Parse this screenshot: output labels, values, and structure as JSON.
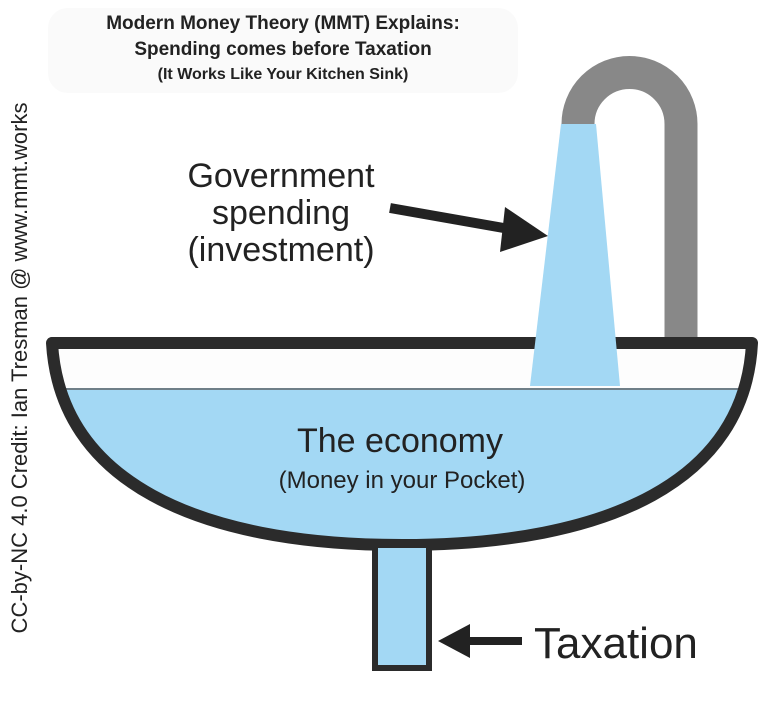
{
  "title": {
    "line1": "Modern Money Theory (MMT) Explains:",
    "line2": "Spending comes before Taxation",
    "line3": "(It Works Like Your Kitchen Sink)"
  },
  "labels": {
    "spending_line1": "Government",
    "spending_line2": "spending",
    "spending_line3": "(investment)",
    "economy": "The economy",
    "economy_sub": "(Money in your Pocket)",
    "taxation": "Taxation"
  },
  "credit": "CC-by-NC 4.0 Credit: Ian Tresman @ www.mmt.works",
  "colors": {
    "water": "#a3d8f4",
    "faucet": "#888888",
    "outline": "#2b2b2b"
  }
}
